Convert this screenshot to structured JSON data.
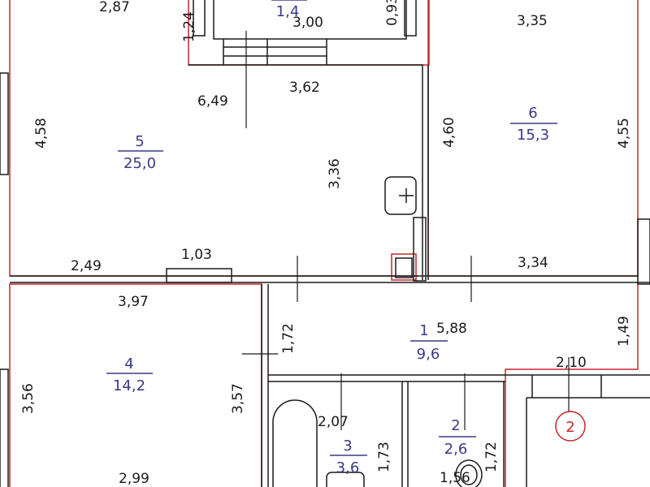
{
  "colors": {
    "wall": "#1a1a1a",
    "boundary": "#c0282a",
    "room_label": "#3a3a8a"
  },
  "rooms": [
    {
      "number": "",
      "area": "1,4"
    },
    {
      "number": "5",
      "area": "25,0"
    },
    {
      "number": "6",
      "area": "15,3"
    },
    {
      "number": "4",
      "area": "14,2"
    },
    {
      "number": "1",
      "area": "9,6"
    },
    {
      "number": "3",
      "area": "3,6"
    },
    {
      "number": "2",
      "area": "2,6"
    }
  ],
  "dimensions": {
    "d287": "2,87",
    "d124": "1,24",
    "d300": "3,00",
    "d093": "0,93",
    "d335": "3,35",
    "d649": "6,49",
    "d362": "3,62",
    "d458": "4,58",
    "d336": "3,36",
    "d460": "4,60",
    "d455": "4,55",
    "d249": "2,49",
    "d103": "1,03",
    "d334": "3,34",
    "d397": "3,97",
    "d172a": "1,72",
    "d588": "5,88",
    "d149": "1,49",
    "d356": "3,56",
    "d357": "3,57",
    "d210": "2,10",
    "d207": "2,07",
    "d173": "1,73",
    "d172b": "1,72",
    "d156": "1,56",
    "d299": "2,99"
  },
  "section_marker": "2"
}
